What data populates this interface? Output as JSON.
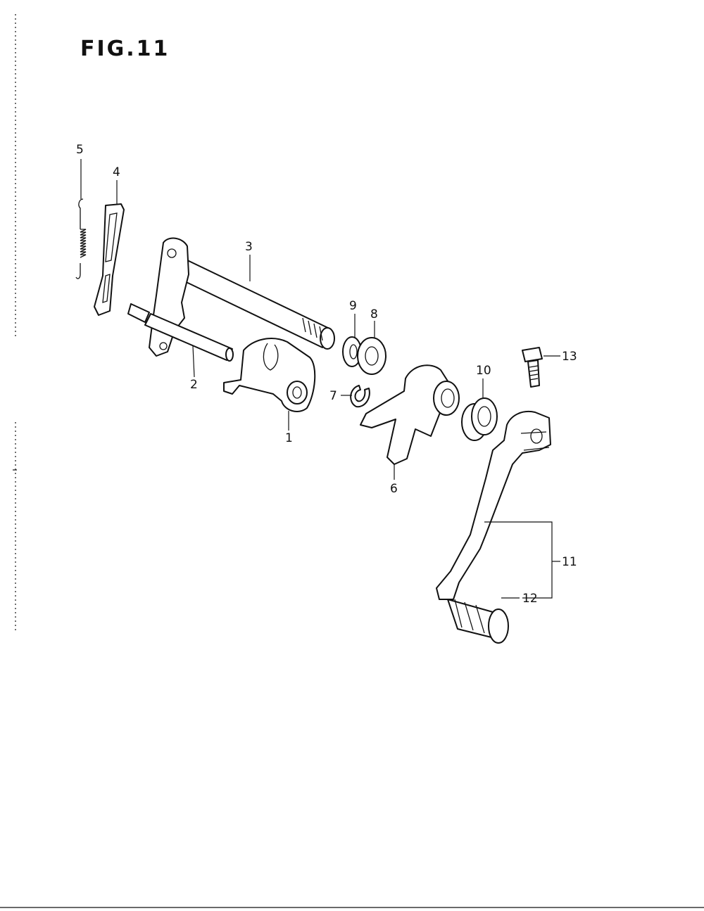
{
  "figure": {
    "title": "FIG.11"
  },
  "callouts": {
    "c1": "1",
    "c2": "2",
    "c3": "3",
    "c4": "4",
    "c5": "5",
    "c6": "6",
    "c7": "7",
    "c8": "8",
    "c9": "9",
    "c10": "10",
    "c11": "11",
    "c12": "12",
    "c13": "13"
  }
}
